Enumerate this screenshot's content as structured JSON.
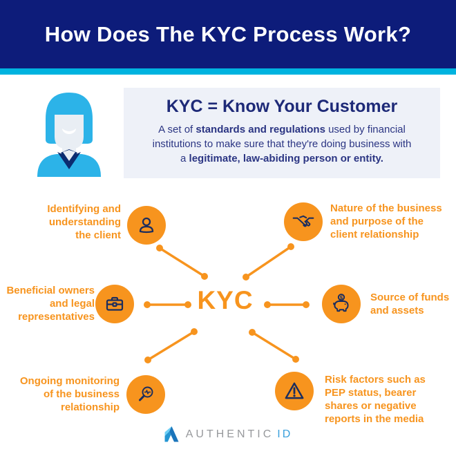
{
  "header": {
    "title": "How Does The KYC Process Work?"
  },
  "intro": {
    "title": "KYC = Know Your Customer",
    "body_segments": [
      {
        "text": "A set of ",
        "bold": false
      },
      {
        "text": "standards and regulations",
        "bold": true
      },
      {
        "text": " used by financial\ninstitutions to make sure that they're doing business with\na ",
        "bold": false
      },
      {
        "text": "legitimate, law-abiding person or entity.",
        "bold": true
      }
    ]
  },
  "diagram": {
    "center_label": "KYC",
    "nodes": [
      {
        "icon": "person-icon",
        "label": "Identifying and\nunderstanding\nthe client"
      },
      {
        "icon": "handshake-icon",
        "label": "Nature of the business\nand purpose of the\nclient relationship"
      },
      {
        "icon": "briefcase-icon",
        "label": "Beneficial owners\nand legal\nrepresentatives"
      },
      {
        "icon": "piggy-bank-icon",
        "label": "Source of funds\nand assets"
      },
      {
        "icon": "magnifier-chart-icon",
        "label": "Ongoing monitoring\nof the business\nrelationship"
      },
      {
        "icon": "warning-triangle-icon",
        "label": "Risk factors such as\nPEP status, bearer\nshares or negative\nreports in the media"
      }
    ]
  },
  "footer": {
    "brand_main": "AUTHENTIC",
    "brand_suffix": "ID"
  },
  "colors": {
    "header_navy": "#0d1c7a",
    "accent_cyan": "#00b3df",
    "accent_orange": "#f7941e",
    "icon_stroke_navy": "#1b2d5e",
    "definition_box_bg": "#eef1f8",
    "definition_title_navy": "#1e2a78",
    "definition_body_navy": "#2b3583",
    "avatar_blue": "#2cb3e8",
    "avatar_face": "#e9eef4",
    "avatar_collar_navy": "#0b2c70",
    "logo_gray": "#97999c",
    "logo_blue": "#3aa0dc"
  }
}
